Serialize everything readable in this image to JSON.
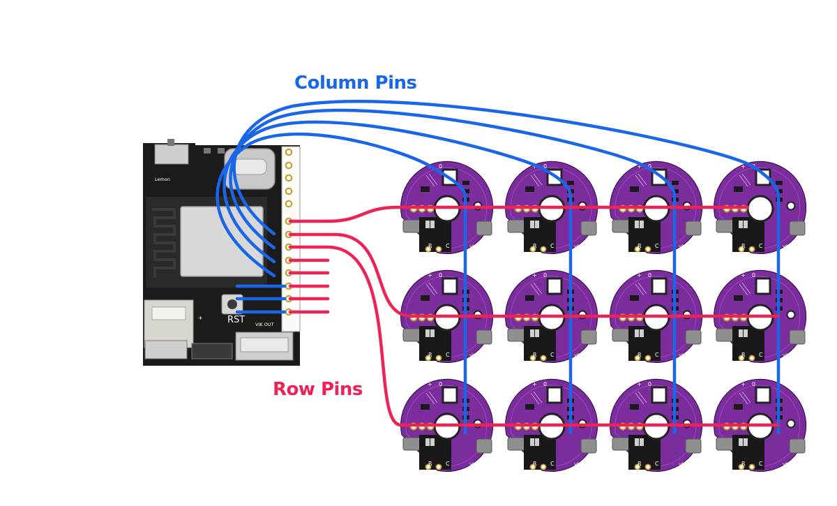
{
  "labels": {
    "column_pins": "Column Pins",
    "row_pins": "Row Pins"
  },
  "board": {
    "brand": "Lemon",
    "reset_label": "RST",
    "vik_label": "VIK OUT"
  },
  "pcb_silkscreen": {
    "polarity": "+",
    "top_label": "0",
    "r": "R",
    "o": "O",
    "c": "C",
    "version": "v0.3"
  },
  "grid": {
    "rows": 3,
    "columns": 4
  },
  "colors": {
    "column_wire": "#1a66e8",
    "row_wire": "#ee2254",
    "pcb": "#7b2d9e",
    "board": "#1b1b1b"
  }
}
